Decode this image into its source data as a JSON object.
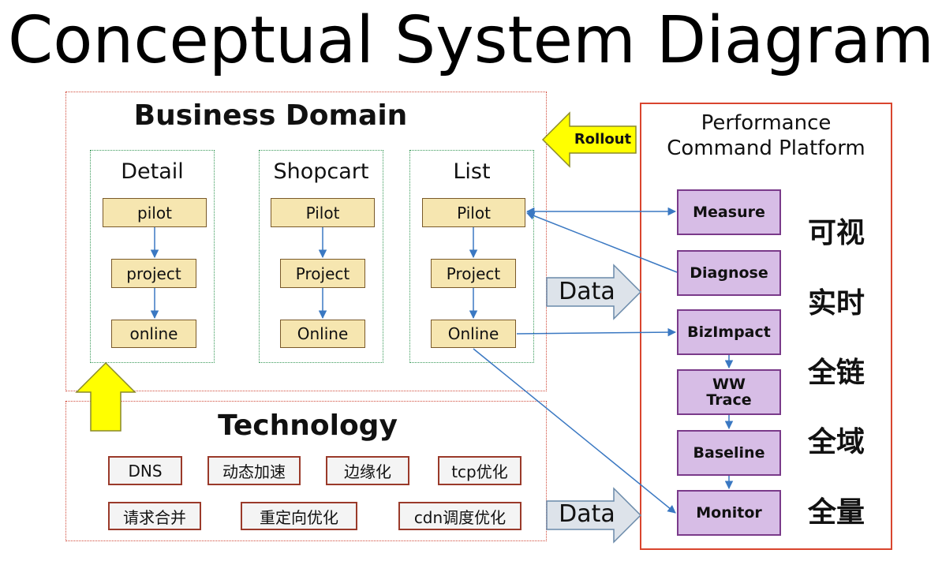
{
  "title": "Conceptual System Diagram",
  "business": {
    "title": "Business Domain",
    "columns": [
      {
        "name": "Detail",
        "steps": [
          "pilot",
          "project",
          "online"
        ]
      },
      {
        "name": "Shopcart",
        "steps": [
          "Pilot",
          "Project",
          "Online"
        ]
      },
      {
        "name": "List",
        "steps": [
          "Pilot",
          "Project",
          "Online"
        ]
      }
    ]
  },
  "technology": {
    "title": "Technology",
    "row1": [
      "DNS",
      "动态加速",
      "边缘化",
      "tcp优化"
    ],
    "row2": [
      "请求合并",
      "重定向优化",
      "cdn调度优化"
    ]
  },
  "arrows": {
    "rollout": "Rollout",
    "data_top": "Data",
    "data_bottom": "Data"
  },
  "platform": {
    "title_line1": "Performance",
    "title_line2": "Command Platform",
    "modules": [
      "Measure",
      "Diagnose",
      "BizImpact",
      "WW\nTrace",
      "Baseline",
      "Monitor"
    ],
    "traits": [
      "可视",
      "实时",
      "全链",
      "全域",
      "全量"
    ]
  },
  "colors": {
    "step_fill": "#f6e6b0",
    "module_fill": "#d7bde6",
    "arrow_blue": "#3a78c2",
    "frame_red": "#d9452e",
    "big_arrow_yellow": "#ffff00",
    "data_arrow_fill": "#dde3ea"
  }
}
